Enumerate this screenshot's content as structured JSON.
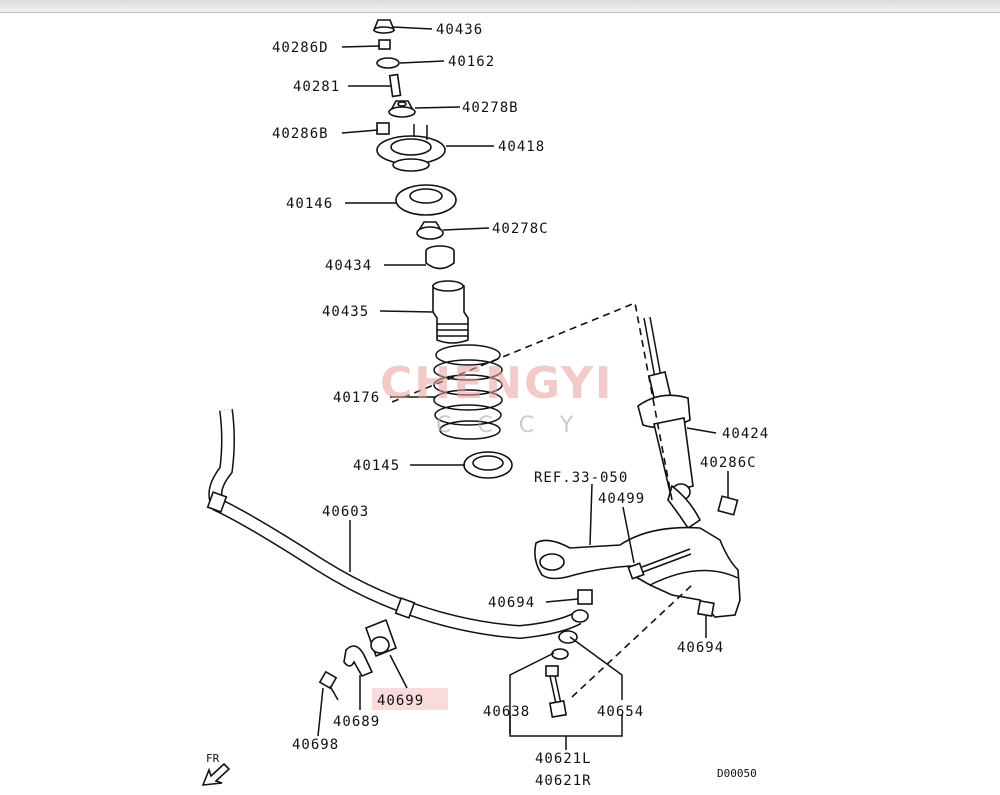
{
  "watermark": {
    "main": "CHENGYI",
    "sub": "CCCY"
  },
  "footer": {
    "diagram_code": "D00050",
    "direction": "FR"
  },
  "labels": {
    "p40436": "40436",
    "p40286D": "40286D",
    "p40162": "40162",
    "p40281": "40281",
    "p40278B": "40278B",
    "p40286B": "40286B",
    "p40418": "40418",
    "p40146": "40146",
    "p40278C": "40278C",
    "p40434": "40434",
    "p40435": "40435",
    "p40176": "40176",
    "p40145": "40145",
    "p40424": "40424",
    "p40286C": "40286C",
    "ref": "REF.33-050",
    "p40499": "40499",
    "p40603": "40603",
    "p40694a": "40694",
    "p40694b": "40694",
    "p40699": "40699",
    "p40689": "40689",
    "p40698": "40698",
    "p40638": "40638",
    "p40654": "40654",
    "p40621L": "40621L",
    "p40621R": "40621R"
  }
}
